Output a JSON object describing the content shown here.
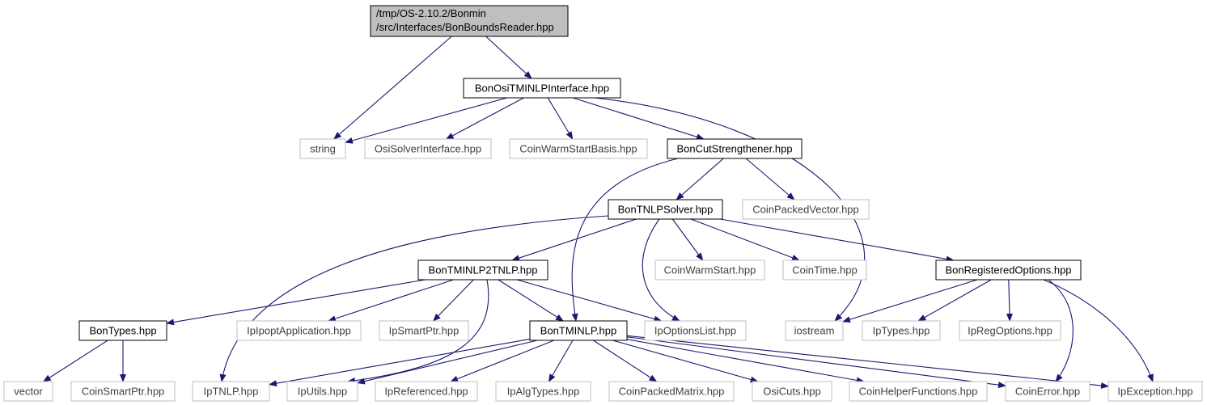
{
  "colors": {
    "edge": "#191970",
    "root_fill": "#bfbfbf",
    "linked_border": "#000000",
    "external_border": "#bfbfbf",
    "external_text": "#404040",
    "text": "#000000"
  },
  "nodes": [
    {
      "id": "root",
      "kind": "root",
      "lines": [
        "/tmp/OS-2.10.2/Bonmin",
        "/src/Interfaces/BonBoundsReader.hpp"
      ]
    },
    {
      "id": "osi_tminlp",
      "kind": "linked",
      "lines": [
        "BonOsiTMINLPInterface.hpp"
      ]
    },
    {
      "id": "string",
      "kind": "external",
      "lines": [
        "string"
      ]
    },
    {
      "id": "osi_solver",
      "kind": "external",
      "lines": [
        "OsiSolverInterface.hpp"
      ]
    },
    {
      "id": "coin_ws_basis",
      "kind": "external",
      "lines": [
        "CoinWarmStartBasis.hpp"
      ]
    },
    {
      "id": "cut_str",
      "kind": "linked",
      "lines": [
        "BonCutStrengthener.hpp"
      ]
    },
    {
      "id": "tnlp_solver",
      "kind": "linked",
      "lines": [
        "BonTNLPSolver.hpp"
      ]
    },
    {
      "id": "coin_pv",
      "kind": "external",
      "lines": [
        "CoinPackedVector.hpp"
      ]
    },
    {
      "id": "tminlp2tnlp",
      "kind": "linked",
      "lines": [
        "BonTMINLP2TNLP.hpp"
      ]
    },
    {
      "id": "coin_ws",
      "kind": "external",
      "lines": [
        "CoinWarmStart.hpp"
      ]
    },
    {
      "id": "coin_time",
      "kind": "external",
      "lines": [
        "CoinTime.hpp"
      ]
    },
    {
      "id": "reg_opts",
      "kind": "linked",
      "lines": [
        "BonRegisteredOptions.hpp"
      ]
    },
    {
      "id": "bon_types",
      "kind": "linked",
      "lines": [
        "BonTypes.hpp"
      ]
    },
    {
      "id": "ipopt_app",
      "kind": "external",
      "lines": [
        "IpIpoptApplication.hpp"
      ]
    },
    {
      "id": "ip_smart",
      "kind": "external",
      "lines": [
        "IpSmartPtr.hpp"
      ]
    },
    {
      "id": "tminlp",
      "kind": "linked",
      "lines": [
        "BonTMINLP.hpp"
      ]
    },
    {
      "id": "ip_optlist",
      "kind": "external",
      "lines": [
        "IpOptionsList.hpp"
      ]
    },
    {
      "id": "iostream",
      "kind": "external",
      "lines": [
        "iostream"
      ]
    },
    {
      "id": "ip_types",
      "kind": "external",
      "lines": [
        "IpTypes.hpp"
      ]
    },
    {
      "id": "ip_regopts",
      "kind": "external",
      "lines": [
        "IpRegOptions.hpp"
      ]
    },
    {
      "id": "vector",
      "kind": "external",
      "lines": [
        "vector"
      ]
    },
    {
      "id": "coin_smart",
      "kind": "external",
      "lines": [
        "CoinSmartPtr.hpp"
      ]
    },
    {
      "id": "ip_tnlp",
      "kind": "external",
      "lines": [
        "IpTNLP.hpp"
      ]
    },
    {
      "id": "ip_utils",
      "kind": "external",
      "lines": [
        "IpUtils.hpp"
      ]
    },
    {
      "id": "ip_ref",
      "kind": "external",
      "lines": [
        "IpReferenced.hpp"
      ]
    },
    {
      "id": "ip_alg",
      "kind": "external",
      "lines": [
        "IpAlgTypes.hpp"
      ]
    },
    {
      "id": "coin_pm",
      "kind": "external",
      "lines": [
        "CoinPackedMatrix.hpp"
      ]
    },
    {
      "id": "osi_cuts",
      "kind": "external",
      "lines": [
        "OsiCuts.hpp"
      ]
    },
    {
      "id": "coin_helper",
      "kind": "external",
      "lines": [
        "CoinHelperFunctions.hpp"
      ]
    },
    {
      "id": "coin_error",
      "kind": "external",
      "lines": [
        "CoinError.hpp"
      ]
    },
    {
      "id": "ip_exc",
      "kind": "external",
      "lines": [
        "IpException.hpp"
      ]
    }
  ],
  "edges": [
    [
      "root",
      "osi_tminlp"
    ],
    [
      "root",
      "string"
    ],
    [
      "osi_tminlp",
      "string"
    ],
    [
      "osi_tminlp",
      "osi_solver"
    ],
    [
      "osi_tminlp",
      "coin_ws_basis"
    ],
    [
      "osi_tminlp",
      "cut_str"
    ],
    [
      "osi_tminlp",
      "iostream"
    ],
    [
      "cut_str",
      "tnlp_solver"
    ],
    [
      "cut_str",
      "coin_pv"
    ],
    [
      "cut_str",
      "tminlp"
    ],
    [
      "tnlp_solver",
      "tminlp2tnlp"
    ],
    [
      "tnlp_solver",
      "ip_tnlp"
    ],
    [
      "tnlp_solver",
      "ip_optlist"
    ],
    [
      "tnlp_solver",
      "coin_ws"
    ],
    [
      "tnlp_solver",
      "coin_time"
    ],
    [
      "tnlp_solver",
      "reg_opts"
    ],
    [
      "tminlp2tnlp",
      "bon_types"
    ],
    [
      "tminlp2tnlp",
      "ipopt_app"
    ],
    [
      "tminlp2tnlp",
      "ip_smart"
    ],
    [
      "tminlp2tnlp",
      "tminlp"
    ],
    [
      "tminlp2tnlp",
      "ip_optlist"
    ],
    [
      "tminlp2tnlp",
      "ip_utils"
    ],
    [
      "reg_opts",
      "iostream"
    ],
    [
      "reg_opts",
      "ip_types"
    ],
    [
      "reg_opts",
      "ip_regopts"
    ],
    [
      "reg_opts",
      "coin_error"
    ],
    [
      "reg_opts",
      "ip_exc"
    ],
    [
      "bon_types",
      "vector"
    ],
    [
      "bon_types",
      "coin_smart"
    ],
    [
      "tminlp",
      "ip_tnlp"
    ],
    [
      "tminlp",
      "ip_utils"
    ],
    [
      "tminlp",
      "ip_ref"
    ],
    [
      "tminlp",
      "ip_alg"
    ],
    [
      "tminlp",
      "coin_pm"
    ],
    [
      "tminlp",
      "osi_cuts"
    ],
    [
      "tminlp",
      "coin_helper"
    ],
    [
      "tminlp",
      "coin_error"
    ],
    [
      "tminlp",
      "ip_exc"
    ]
  ]
}
